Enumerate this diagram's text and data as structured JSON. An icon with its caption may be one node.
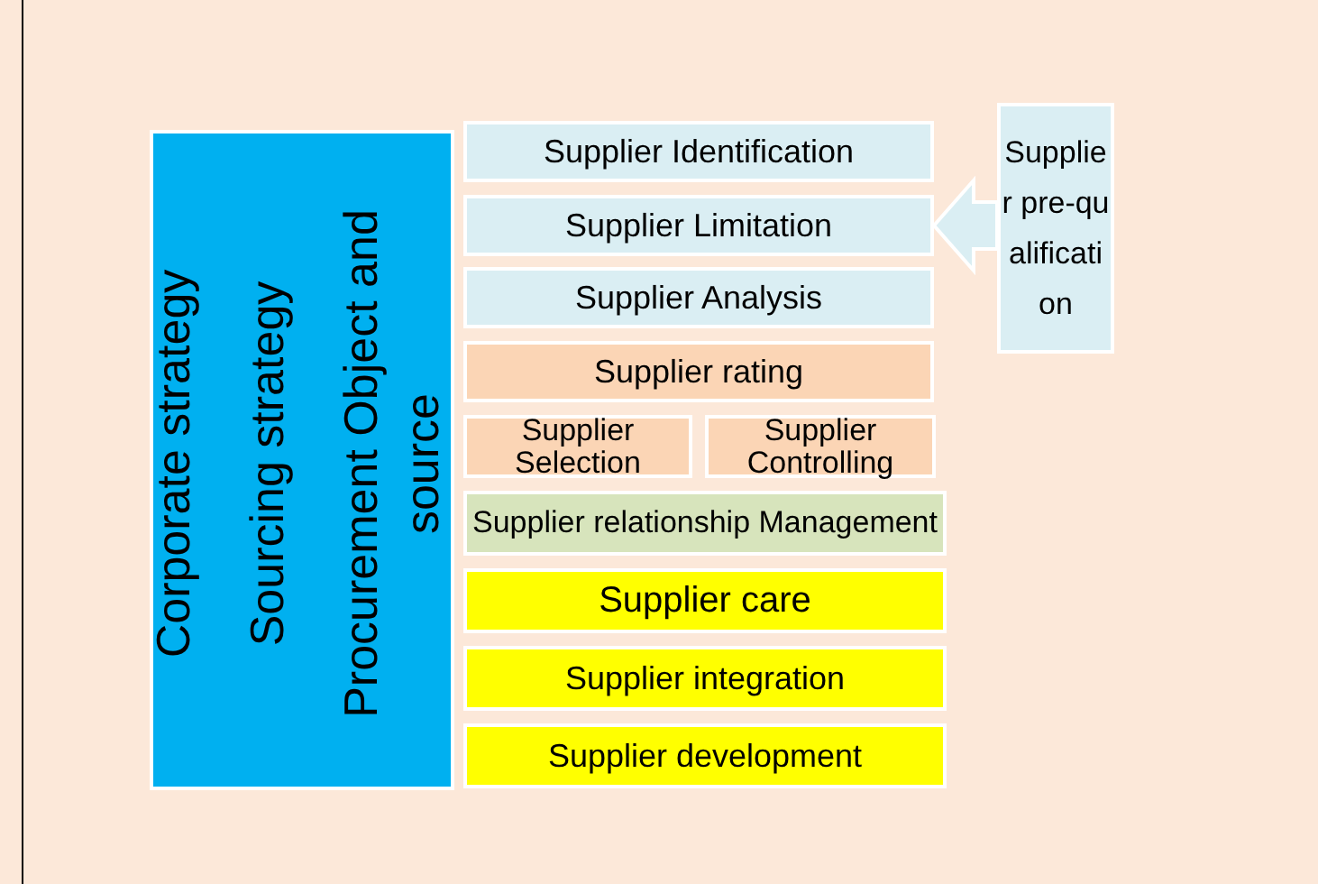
{
  "diagram": {
    "nodes": [
      {
        "text": [
          "Corporate strategy",
          "Sourcing strategy",
          "Procurement Object  and source"
        ]
      },
      {
        "text": [
          "Supplier Identification"
        ]
      },
      {
        "text": [
          "Supplier  Limitation"
        ]
      },
      {
        "text": [
          "Supplier Analysis"
        ]
      },
      {
        "text": [
          "Supplier rating"
        ]
      },
      {
        "text": [
          "Supplier Selection"
        ]
      },
      {
        "text": [
          "Supplier Controlling"
        ]
      },
      {
        "text": [
          "Supplier relationship Management"
        ]
      },
      {
        "text": [
          "Supplier care"
        ]
      },
      {
        "text": [
          "Supplier integration"
        ]
      },
      {
        "text": [
          "Supplier development"
        ]
      },
      {
        "text": [
          "Supplier pre-qualification"
        ]
      }
    ],
    "edges": [
      {
        "from": 11,
        "to": 2,
        "arrow": "to"
      }
    ]
  }
}
